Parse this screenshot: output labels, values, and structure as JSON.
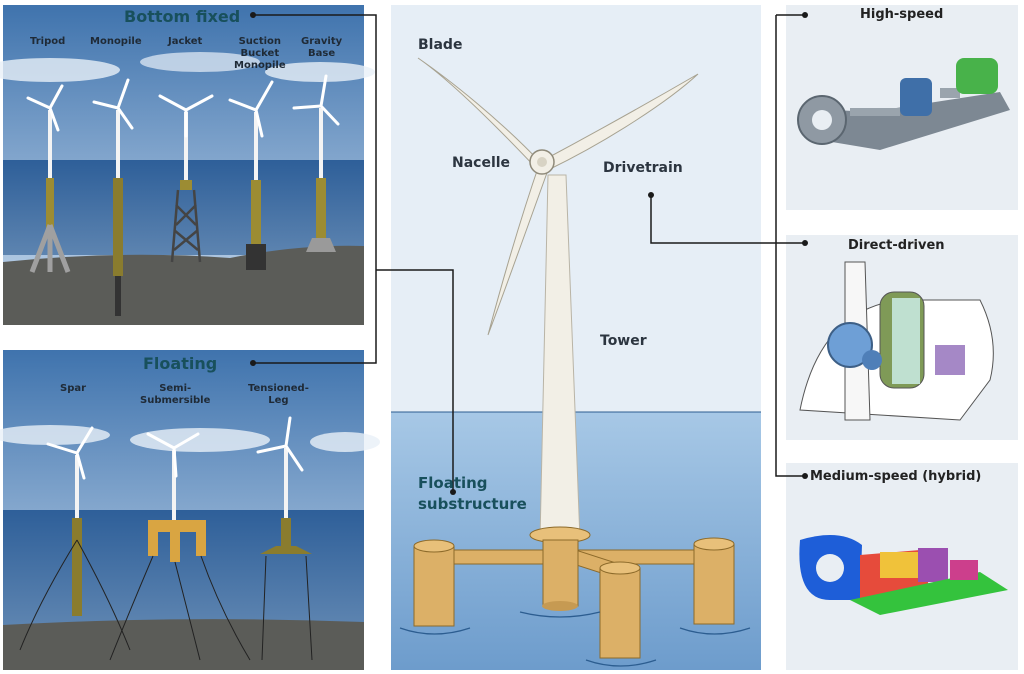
{
  "bottom_fixed": {
    "title": "Bottom fixed",
    "types": [
      "Tripod",
      "Monopile",
      "Jacket",
      "Suction\nBucket\nMonopile",
      "Gravity\nBase"
    ]
  },
  "floating": {
    "title": "Floating",
    "types": [
      "Spar",
      "Semi-\nSubmersible",
      "Tensioned-\nLeg"
    ]
  },
  "center": {
    "blade": "Blade",
    "nacelle": "Nacelle",
    "drivetrain": "Drivetrain",
    "tower": "Tower",
    "substructure": "Floating\nsubstructure"
  },
  "drivetrains": {
    "high_speed": "High-speed",
    "direct_driven": "Direct-driven",
    "medium_speed": "Medium-speed (hybrid)"
  },
  "colors": {
    "sky": "#bcd3e8",
    "sea": "#3f6fa3",
    "seabed": "#5b5c58",
    "foundation": "#8a7c2e",
    "substructure": "#dcb067",
    "accent": "#18505c"
  }
}
